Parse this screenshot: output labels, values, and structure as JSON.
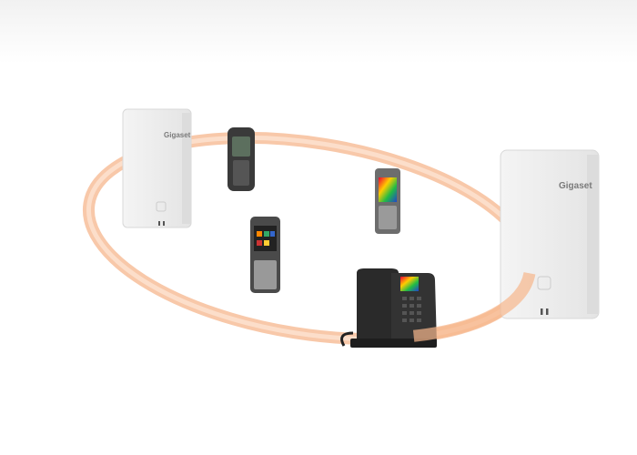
{
  "scene": {
    "brand_label": "Gigaset",
    "ring_color": "#f4a574",
    "devices": [
      "base-station-small",
      "base-station-large",
      "handset-rugged",
      "handset-slim",
      "handset-color",
      "desk-phone"
    ]
  }
}
